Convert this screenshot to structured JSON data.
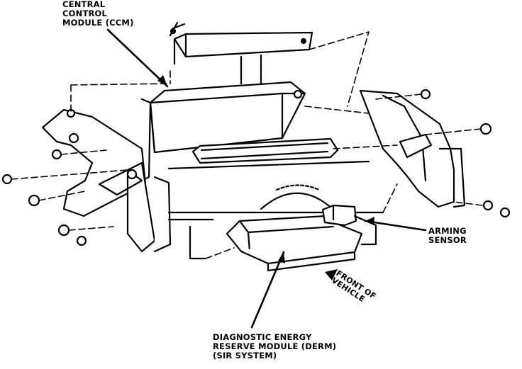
{
  "labels": {
    "ccm": [
      "CENTRAL",
      "CONTROL",
      "MODULE (CCM)"
    ],
    "arming_sensor": [
      "ARMING",
      "SENSOR"
    ],
    "front_of_vehicle": [
      "FRONT OF",
      "VEHICLE"
    ],
    "derm": [
      "DIAGNOSTIC ENERGY",
      "RESERVE MODULE (DERM)",
      "(SIR SYSTEM)"
    ]
  },
  "colors": {
    "ink": "#000000",
    "paper": "#ffffff"
  }
}
